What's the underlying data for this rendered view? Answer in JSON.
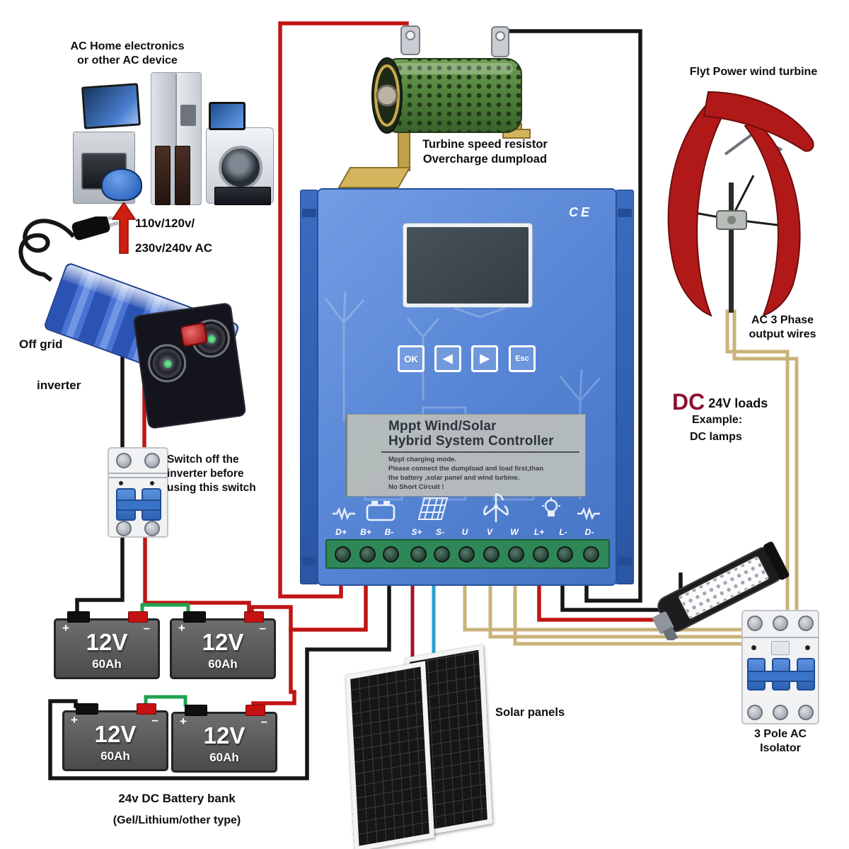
{
  "diagram": {
    "labels": {
      "ac_home_line1": "AC Home electronics",
      "ac_home_line2": "or other AC device",
      "voltage_line1": "110v/120v/",
      "voltage_line2": "230v/240v AC",
      "resistor_line1": "Turbine speed resistor",
      "resistor_line2": "Overcharge dumpload",
      "turbine": "Flyt Power wind turbine",
      "ac3_line1": "AC 3 Phase",
      "ac3_line2": "output wires",
      "inverter_line1": "Off grid",
      "inverter_line2": "inverter",
      "switch_line1": "Switch off the",
      "switch_line2": "inverter before",
      "switch_line3": "using this switch",
      "dc_word": "DC",
      "dc_loads": "24V loads",
      "dc_example": "Example:",
      "dc_lamps": "DC lamps",
      "solar": "Solar panels",
      "bank_line1": "24v DC Battery bank",
      "bank_line2": "(Gel/Lithium/other type)",
      "isolator_line1": "3 Pole AC",
      "isolator_line2": "Isolator"
    },
    "controller": {
      "ce": "CE",
      "title_line1": "Mppt Wind/Solar",
      "title_line2": "Hybrid System Controller",
      "notes": [
        "Mppt charging mode.",
        "Please connect the dumpload and load first,than",
        "the battery ,solar panel and wind turbine.",
        "No Short Circuit !"
      ],
      "buttons": [
        "OK",
        "◀",
        "▶",
        "Esc"
      ],
      "terminals": [
        "D+",
        "B+",
        "B-",
        "S+",
        "S-",
        "U",
        "V",
        "W",
        "L+",
        "L-",
        "D-"
      ],
      "icons": [
        "resistor-coil-icon",
        "battery-icon",
        "solar-panel-icon",
        "wind-turbine-icon",
        "lamp-icon",
        "resistor-coil-icon"
      ]
    },
    "battery": {
      "voltage": "12V",
      "capacity": "60Ah",
      "plus": "+",
      "minus": "–"
    },
    "colors": {
      "wire_red": "#c01515",
      "wire_dark_red": "#a01525",
      "wire_black": "#161616",
      "wire_tan": "#c9b379",
      "wire_green": "#21a24f",
      "wire_blue": "#2a9fd0",
      "controller_blue": "#5d8ed8",
      "controller_rail": "#2e62b5",
      "resistor_green": "#57883f",
      "turbine_red": "#b11919",
      "dc_text_red": "#8c1230",
      "terminal_strip_green": "#2f8757"
    }
  }
}
